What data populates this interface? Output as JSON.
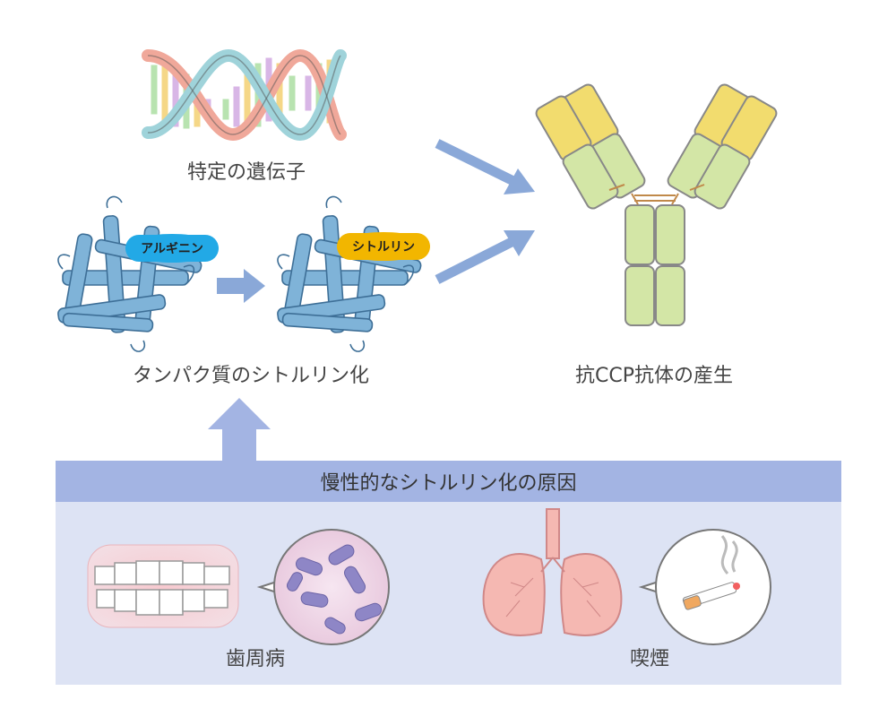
{
  "labels": {
    "gene": "特定の遺伝子",
    "citrullination": "タンパク質のシトルリン化",
    "antibody": "抗CCP抗体の産生"
  },
  "badges": {
    "arginine": "アルギニン",
    "citrulline": "シトルリン"
  },
  "causes": {
    "header": "慢性的なシトルリン化の原因",
    "periodontal": "歯周病",
    "smoking": "喫煙"
  },
  "colors": {
    "arrow": "#8aa8d8",
    "protein": "#6aa0cc",
    "arginine_badge": "#22a9e6",
    "citrulline_badge": "#f2b600",
    "antibody_fab": "#f2dc6e",
    "antibody_body": "#d3e6a6",
    "panel": "#dde3f4",
    "panel_header": "#a3b4e3"
  }
}
